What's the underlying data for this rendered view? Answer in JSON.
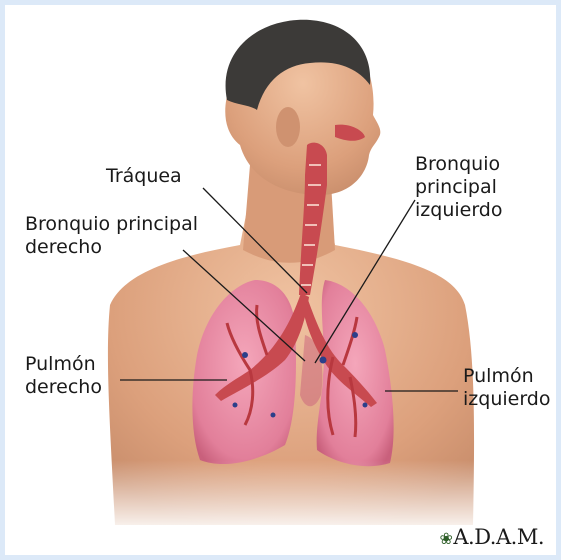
{
  "labels": {
    "trachea": "Tráquea",
    "right_bronchus": [
      "Bronquio principal",
      "derecho"
    ],
    "left_bronchus": [
      "Bronquio",
      "principal",
      "izquierdo"
    ],
    "right_lung": [
      "Pulmón",
      "derecho"
    ],
    "left_lung": [
      "Pulmón",
      "izquierdo"
    ]
  },
  "logo": "A.D.A.M.",
  "colors": {
    "skin": "#e2ae8a",
    "skin_shadow": "#c98e6c",
    "hair": "#3c3a38",
    "lung": "#e98aa3",
    "lung_dark": "#c9607c",
    "airway": "#c84a50",
    "border": "#dce9f8"
  }
}
